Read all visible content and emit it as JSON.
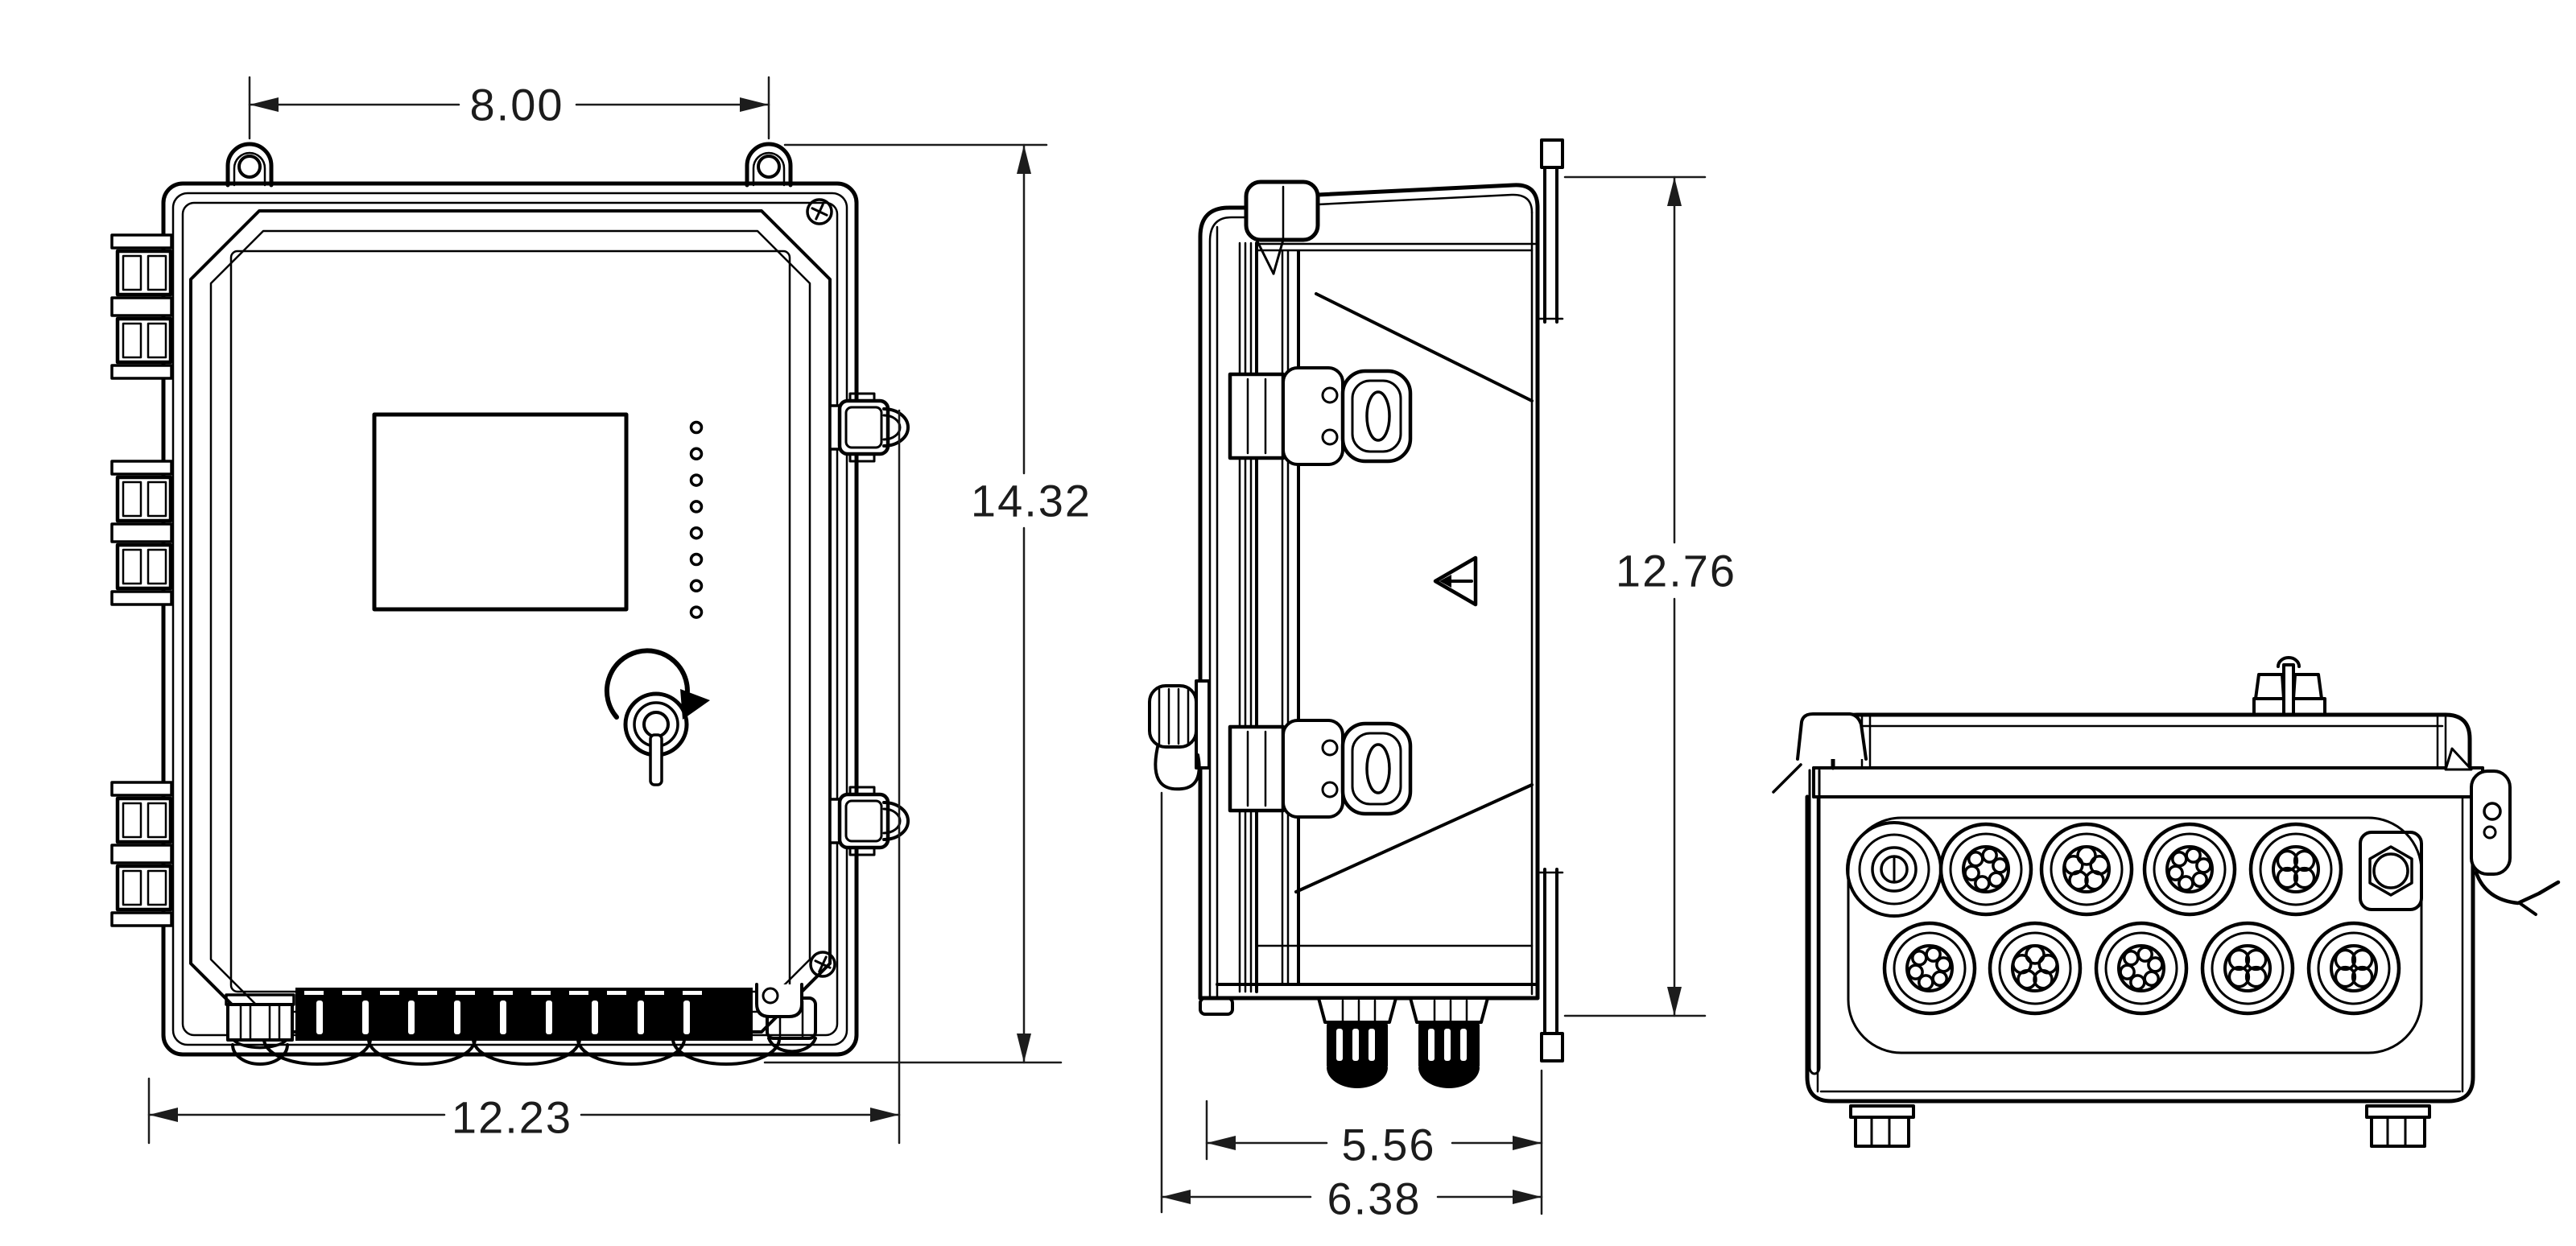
{
  "page": {
    "background": "#ffffff",
    "line_color": "#000000",
    "dim_text_color": "#1c1c1c"
  },
  "dimensions": {
    "mount_hole_spacing": "8.00",
    "overall_height": "14.32",
    "overall_width": "12.23",
    "mount_flange_height": "12.76",
    "enclosure_depth": "5.56",
    "overall_depth": "6.38"
  },
  "features": {
    "led_indicator_count": 8,
    "hinge_count": 3,
    "front_latch_count": 2,
    "side_latch_count": 2,
    "front_bottom_gland_bumps": 5,
    "front_band_slits": 9,
    "side_bottom_gland_count": 2,
    "mounting_tab_count": 2,
    "corner_screw_count": 2,
    "bottom_view_top_row_ports": [
      "slot",
      "6-hole",
      "5-hole",
      "6-hole",
      "4-hole"
    ],
    "bottom_view_bottom_row_ports": [
      "6-hole",
      "5-hole",
      "6-hole",
      "4-hole",
      "4-hole"
    ]
  }
}
